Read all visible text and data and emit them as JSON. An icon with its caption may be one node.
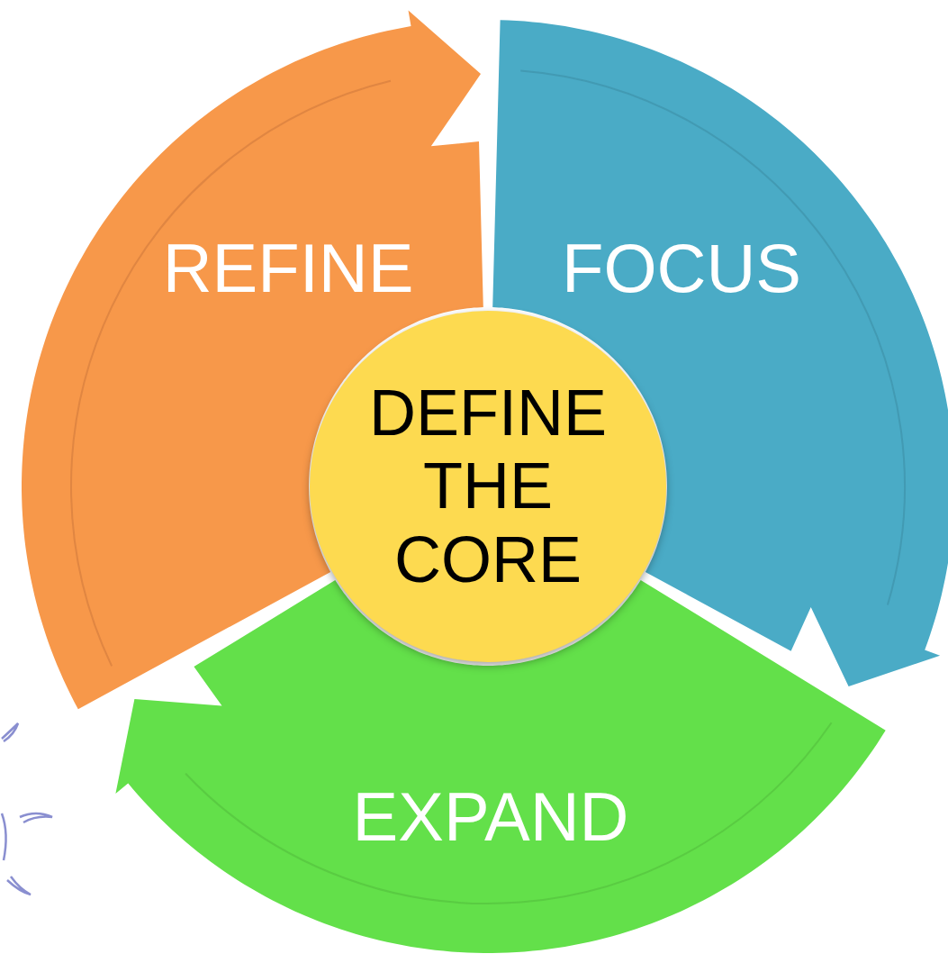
{
  "diagram": {
    "nodes": [
      {
        "text": [
          "REFINE"
        ]
      },
      {
        "text": [
          "FOCUS"
        ]
      },
      {
        "text": [
          "DEFINE THE CORE"
        ]
      },
      {
        "text": [
          "EXPAND"
        ]
      }
    ]
  }
}
